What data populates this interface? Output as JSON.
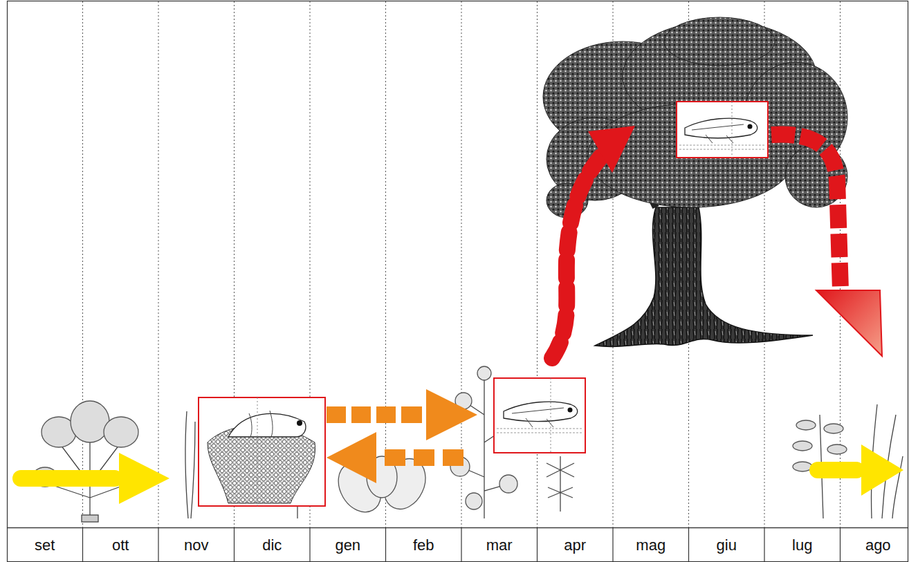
{
  "diagram": {
    "labels": [
      "set",
      "ott",
      "nov",
      "dic",
      "gen",
      "feb",
      "mar",
      "apr",
      "mag",
      "giu",
      "lug",
      "ago"
    ]
  }
}
